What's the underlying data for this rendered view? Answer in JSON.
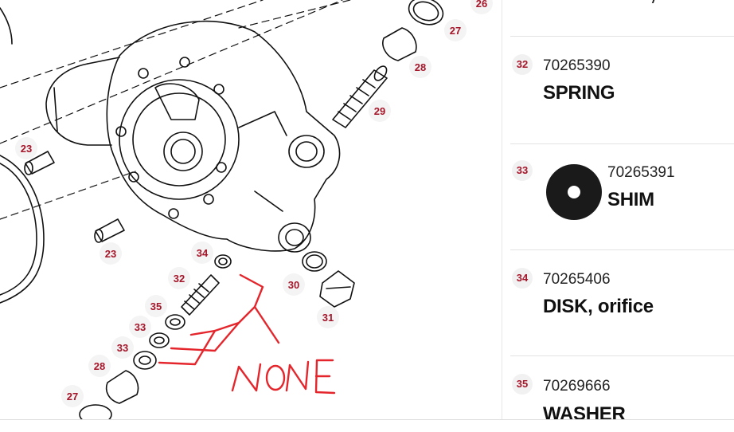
{
  "diagram": {
    "callouts": [
      {
        "id": "c26a",
        "label": "26"
      },
      {
        "id": "c27a",
        "label": "27"
      },
      {
        "id": "c28a",
        "label": "28"
      },
      {
        "id": "c29",
        "label": "29"
      },
      {
        "id": "c23a",
        "label": "23"
      },
      {
        "id": "c23b",
        "label": "23"
      },
      {
        "id": "c34",
        "label": "34"
      },
      {
        "id": "c32",
        "label": "32"
      },
      {
        "id": "c30",
        "label": "30"
      },
      {
        "id": "c35",
        "label": "35"
      },
      {
        "id": "c33a",
        "label": "33"
      },
      {
        "id": "c33b",
        "label": "33"
      },
      {
        "id": "c31",
        "label": "31"
      },
      {
        "id": "c28b",
        "label": "28"
      },
      {
        "id": "c27b",
        "label": "27"
      }
    ],
    "annotation_text": "NONE",
    "annotation_color": "#e4262c",
    "callout_color": "#a5162a"
  },
  "parts": [
    {
      "ref": "32",
      "part_number": "70265390",
      "name": "SPRING",
      "has_thumbnail": false
    },
    {
      "ref": "33",
      "part_number": "70265391",
      "name": "SHIM",
      "has_thumbnail": true,
      "thumbnail_icon": "shim-washer-icon"
    },
    {
      "ref": "34",
      "part_number": "70265406",
      "name": "DISK, orifice",
      "has_thumbnail": false
    },
    {
      "ref": "35",
      "part_number": "70269666",
      "name": "WASHER",
      "has_thumbnail": false
    }
  ],
  "colors": {
    "accent": "#a5162a",
    "badge_bg": "#f1f1f1",
    "divider": "#e3e3e3"
  }
}
